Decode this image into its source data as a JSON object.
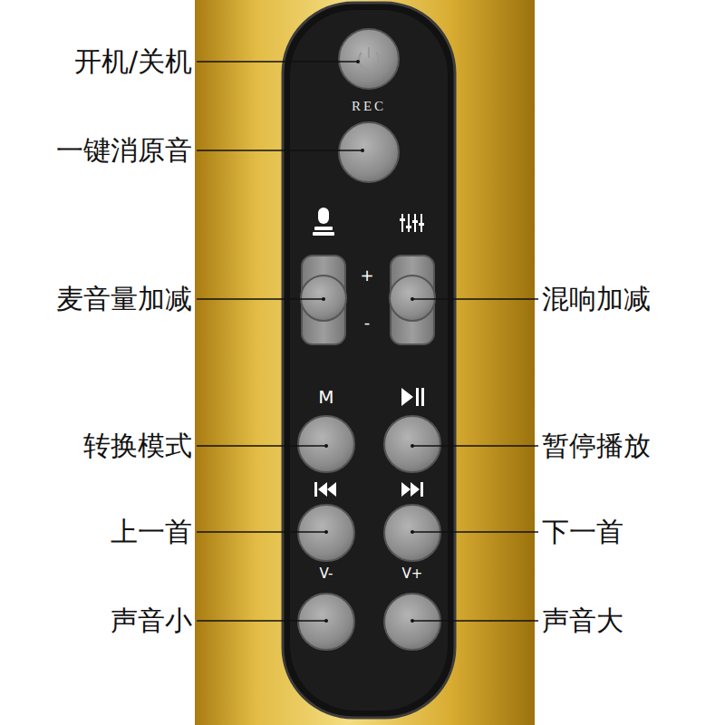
{
  "diagram": {
    "labels": [
      "开机/关机",
      "REC",
      "一键消原音",
      "+",
      "-",
      "麦音量加减",
      "混响加减",
      "M",
      "转换模式",
      "暂停播放",
      "上一首",
      "下一首",
      "V-",
      "V+",
      "声音小",
      "声音大"
    ]
  }
}
